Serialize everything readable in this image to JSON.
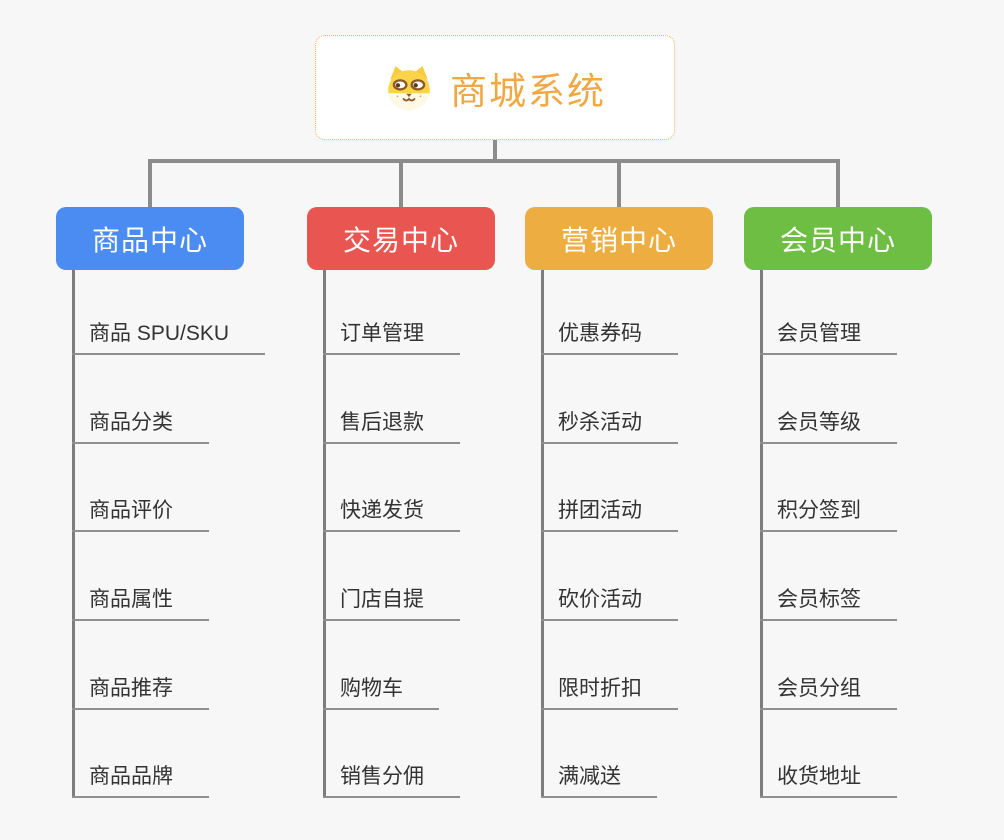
{
  "root": {
    "title": "商城系统",
    "icon": "shiba-dog-icon"
  },
  "branches": [
    {
      "label": "商品中心",
      "color": "#4a8cf1",
      "children": [
        "商品 SPU/SKU",
        "商品分类",
        "商品评价",
        "商品属性",
        "商品推荐",
        "商品品牌"
      ]
    },
    {
      "label": "交易中心",
      "color": "#e95550",
      "children": [
        "订单管理",
        "售后退款",
        "快递发货",
        "门店自提",
        "购物车",
        "销售分佣"
      ]
    },
    {
      "label": "营销中心",
      "color": "#eead40",
      "children": [
        "优惠券码",
        "秒杀活动",
        "拼团活动",
        "砍价活动",
        "限时折扣",
        "满减送"
      ]
    },
    {
      "label": "会员中心",
      "color": "#6ebe44",
      "children": [
        "会员管理",
        "会员等级",
        "积分签到",
        "会员标签",
        "会员分组",
        "收货地址"
      ]
    }
  ],
  "colors": {
    "background": "#f7f7f7",
    "root_text": "#f0a843",
    "root_border": "#efb45b",
    "connector": "#8c8c8c",
    "leaf_text": "#333333",
    "leaf_underline": "#8f8f8f"
  }
}
